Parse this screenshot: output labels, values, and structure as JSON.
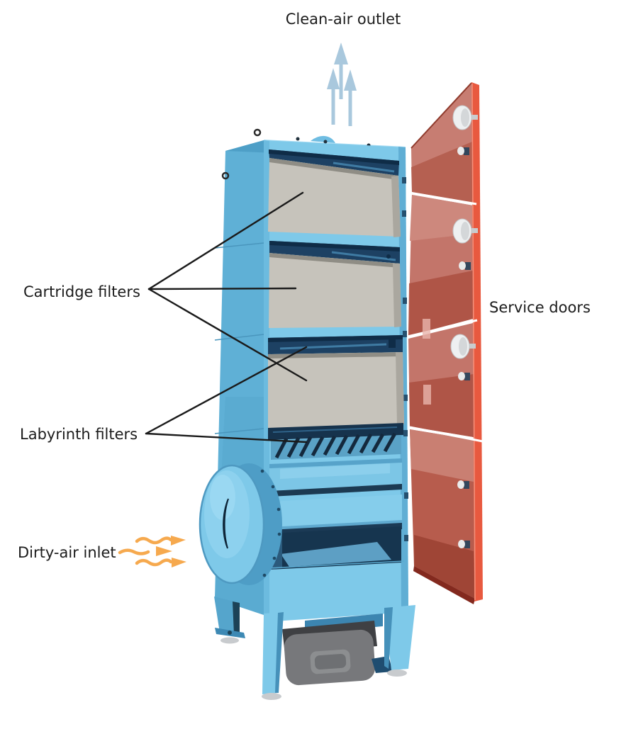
{
  "scene": {
    "subject": "Industrial dust-collector filtration tower cutaway with open service doors",
    "background": "#ffffff"
  },
  "labels": {
    "clean_air_outlet": "Clean-air outlet",
    "cartridge_filters": "Cartridge filters",
    "service_doors": "Service doors",
    "labyrinth_filters": "Labyrinth filters",
    "dirty_air_inlet": "Dirty-air inlet"
  },
  "annotations": [
    {
      "label": "Clean-air outlet",
      "marker": "up-arrow-icon",
      "marker_count": 3,
      "marker_color": "#a9c8dd"
    },
    {
      "label": "Cartridge filters",
      "leader_lines": 3,
      "leader_color": "#1a1a1a"
    },
    {
      "label": "Service doors",
      "leader_lines": 3,
      "leader_color": "#ffffff"
    },
    {
      "label": "Labyrinth filters",
      "leader_lines": 2,
      "leader_color": "#1a1a1a"
    },
    {
      "label": "Dirty-air inlet",
      "marker": "wavy-arrow-icon",
      "marker_count": 3,
      "marker_color": "#f6a94e"
    }
  ],
  "machine": {
    "filter_panels": 3,
    "service_doors": 4,
    "door_knobs": 3,
    "lifting_eyes": 4,
    "colors": {
      "cabinet_blue": "#7ec9e9",
      "cabinet_blue_side": "#5fb0d6",
      "cabinet_interior_dark": "#1d4163",
      "filter_media_gray": "#c6c3bb",
      "door_red_edge": "#e4573e",
      "door_inner_red": "#c3756a",
      "knob_white": "#eef0f1",
      "container_gray": "#77787b",
      "arrow_blue": "#a9c8dd",
      "arrow_orange": "#f6a94e",
      "label_text": "#1c1c1c"
    }
  }
}
